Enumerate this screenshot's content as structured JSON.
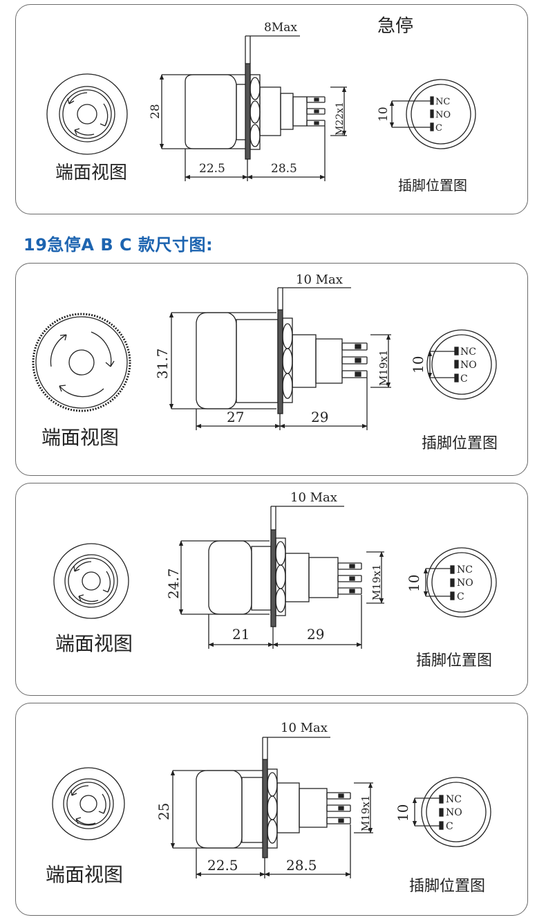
{
  "section_heading": "19急停A B C 款尺寸图:",
  "panels": [
    {
      "title": "急停",
      "max_label": "8Max",
      "height_label": "28",
      "head_length_label": "22.5",
      "body_length_label": "28.5",
      "thread_label": "M22x1",
      "pin_spacing_label": "10",
      "end_view_label": "端面视图",
      "pin_view_label": "插脚位置图",
      "pins": [
        "NC",
        "NO",
        "C"
      ]
    },
    {
      "title": "",
      "max_label": "10 Max",
      "height_label": "31.7",
      "head_length_label": "27",
      "body_length_label": "29",
      "thread_label": "M19x1",
      "pin_spacing_label": "10",
      "end_view_label": "端面视图",
      "pin_view_label": "插脚位置图",
      "pins": [
        "NC",
        "NO",
        "C"
      ]
    },
    {
      "title": "",
      "max_label": "10 Max",
      "height_label": "24.7",
      "head_length_label": "21",
      "body_length_label": "29",
      "thread_label": "M19x1",
      "pin_spacing_label": "10",
      "end_view_label": "端面视图",
      "pin_view_label": "插脚位置图",
      "pins": [
        "NC",
        "NO",
        "C"
      ]
    },
    {
      "title": "",
      "max_label": "10 Max",
      "height_label": "25",
      "head_length_label": "22.5",
      "body_length_label": "28.5",
      "thread_label": "M19x1",
      "pin_spacing_label": "10",
      "end_view_label": "端面视图",
      "pin_view_label": "插脚位置图",
      "pins": [
        "NC",
        "NO",
        "C"
      ]
    }
  ]
}
